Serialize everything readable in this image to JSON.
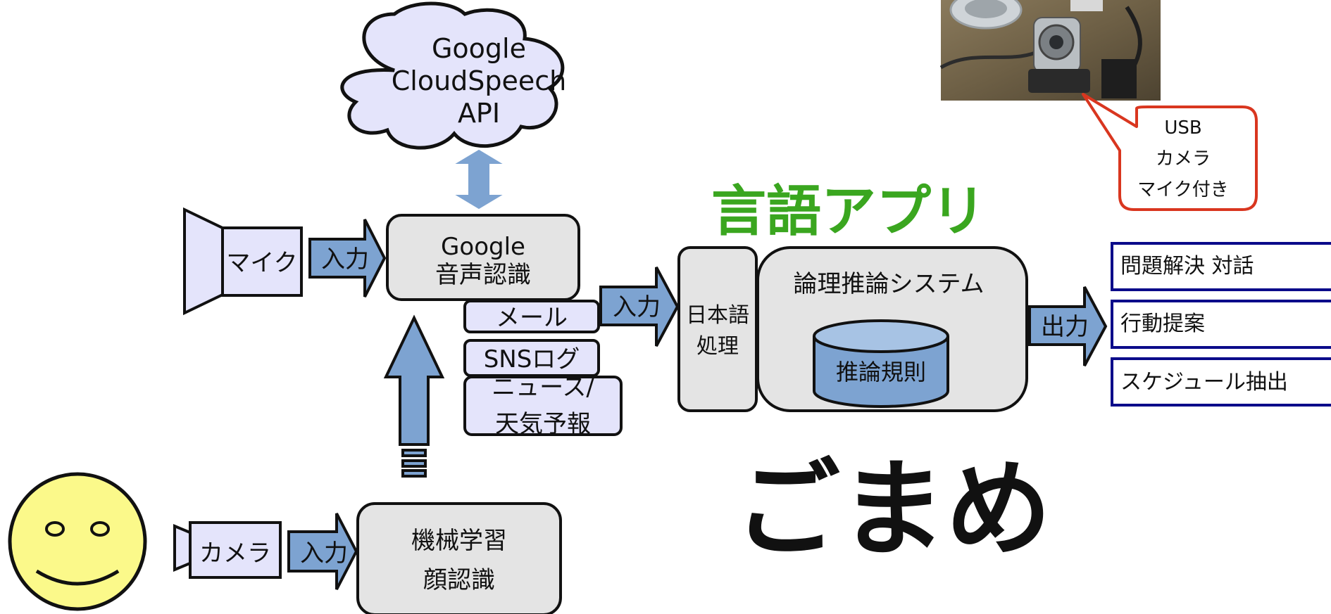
{
  "cloud": {
    "line1": "Google",
    "line2": "CloudSpeech",
    "line3": "API"
  },
  "mic": {
    "label": "マイク",
    "arrow_label": "入力"
  },
  "speech_recognition": {
    "line1": "Google",
    "line2": "音声認識"
  },
  "sources": {
    "mail": "メール",
    "sns": "SNSログ",
    "news_line1": "ニュース/",
    "news_line2": "天気予報"
  },
  "sources_arrow_label": "入力",
  "japanese_processing": {
    "line1": "日本語",
    "line2": "処理"
  },
  "app_title": "言語アプリ",
  "reasoning_system": {
    "title": "論理推論システム",
    "rules": "推論規則"
  },
  "output_arrow_label": "出力",
  "outputs": [
    "問題解決 対話",
    "行動提案",
    "スケジュール抽出"
  ],
  "camera": {
    "label": "カメラ",
    "arrow_label": "入力"
  },
  "ml": {
    "line1": "機械学習",
    "line2": "顔認識"
  },
  "callout": {
    "line1": "USB",
    "line2": "カメラ",
    "line3": "マイク付き"
  },
  "brand": "ごまめ",
  "colors": {
    "accent_green": "#3aa61f",
    "arrow_blue": "#7da3d1",
    "callout_red": "#d9361f",
    "output_border": "#0b0b8a",
    "face_yellow": "#fbf98a"
  }
}
